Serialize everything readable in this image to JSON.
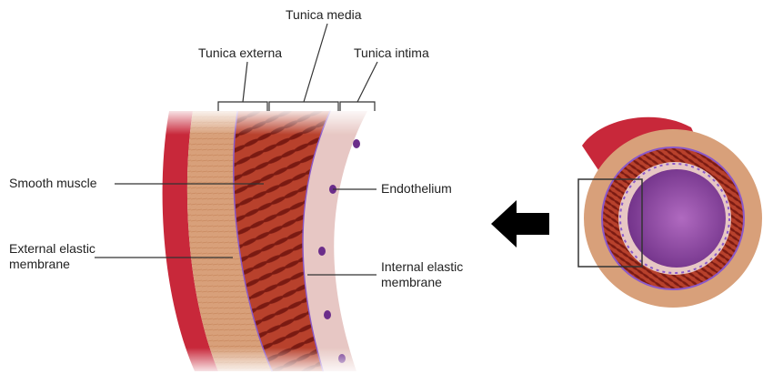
{
  "labels": {
    "tunica_media": "Tunica media",
    "tunica_externa": "Tunica externa",
    "tunica_intima": "Tunica intima",
    "smooth_muscle": "Smooth muscle",
    "endothelium": "Endothelium",
    "external_elastic_line1": "External elastic",
    "external_elastic_line2": "membrane",
    "internal_elastic_line1": "Internal elastic",
    "internal_elastic_line2": "membrane"
  },
  "colors": {
    "externa": "#d8a07a",
    "media": "#b8412c",
    "media_cells": "#7a1a12",
    "intima": "#e7c7c4",
    "elastic": "#8a58c8",
    "outer_blood": "#c8283a",
    "lumen": "#8a3f9c",
    "arrow": "#000000"
  },
  "icons": {
    "direction_arrow": "arrow-left-icon"
  }
}
